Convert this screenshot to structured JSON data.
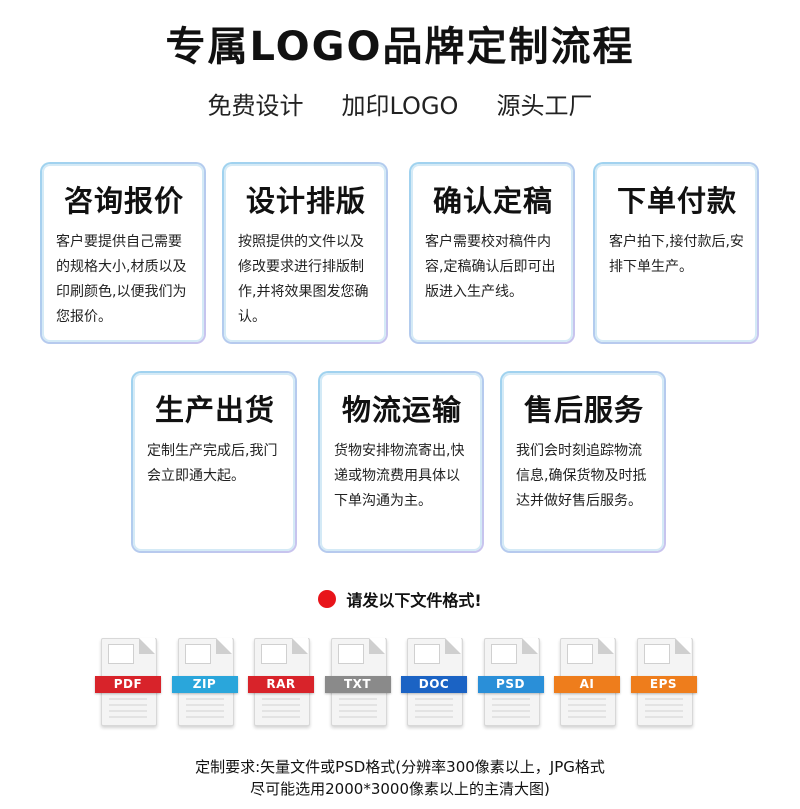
{
  "header": {
    "title": "专属LOGO品牌定制流程",
    "tags": [
      "免费设计",
      "加印LOGO",
      "源头工厂"
    ]
  },
  "steps": [
    {
      "title": "咨询报价",
      "desc": "客户要提供自己需要的规格大小,材质以及印刷颜色,以便我们为您报价。"
    },
    {
      "title": "设计排版",
      "desc": "按照提供的文件以及修改要求进行排版制作,并将效果图发您确认。"
    },
    {
      "title": "确认定稿",
      "desc": "客户需要校对稿件内容,定稿确认后即可出版进入生产线。"
    },
    {
      "title": "下单付款",
      "desc": "客户拍下,接付款后,安排下单生产。"
    },
    {
      "title": "生产出货",
      "desc": "定制生产完成后,我门会立即通大起。"
    },
    {
      "title": "物流运输",
      "desc": "货物安排物流寄出,快递或物流费用具体以下单沟通为主。"
    },
    {
      "title": "售后服务",
      "desc": "我们会时刻追踪物流信息,确保货物及时抵达并做好售后服务。"
    }
  ],
  "notice": "请发以下文件格式!",
  "file_formats": [
    {
      "label": "PDF",
      "color": "#d8232a"
    },
    {
      "label": "ZIP",
      "color": "#2aa6db"
    },
    {
      "label": "RAR",
      "color": "#d8232a"
    },
    {
      "label": "TXT",
      "color": "#8a8a8a"
    },
    {
      "label": "DOC",
      "color": "#1b63c4"
    },
    {
      "label": "PSD",
      "color": "#2a8fd8"
    },
    {
      "label": "AI",
      "color": "#ee7d1c"
    },
    {
      "label": "EPS",
      "color": "#ee7d1c"
    }
  ],
  "requirements": {
    "line1": "定制要求:矢量文件或PSD格式(分辨率300像素以上，JPG格式",
    "line2": "尽可能选用2000*3000像素以上的主清大图)"
  }
}
